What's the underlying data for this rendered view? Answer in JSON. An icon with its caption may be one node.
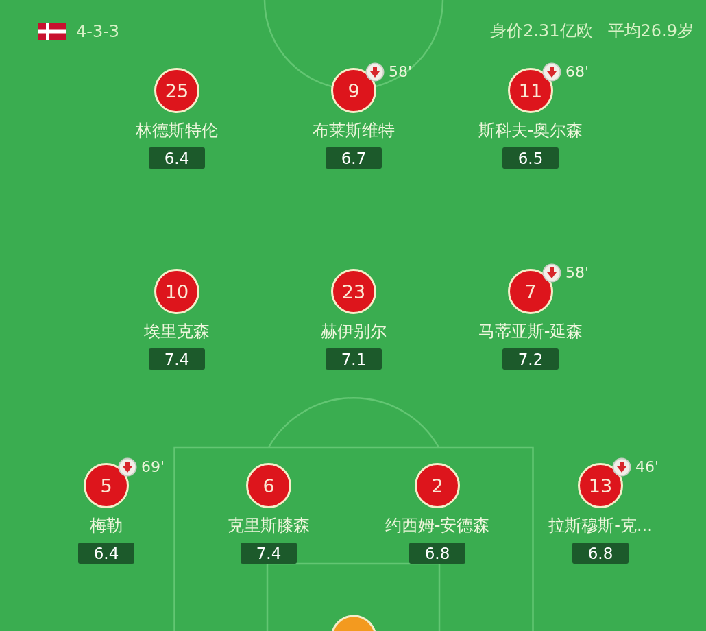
{
  "diagram": {
    "nodes": [
      {
        "text": [
          "25"
        ],
        "beside": [
          "林德斯特伦"
        ]
      },
      {
        "text": [
          "6.4"
        ]
      },
      {
        "text": [
          "9"
        ],
        "beside": [
          "58'",
          "布莱斯维特"
        ]
      },
      {
        "text": [
          "6.7"
        ]
      },
      {
        "text": [
          "11"
        ],
        "beside": [
          "68'",
          "斯科夫-奥尔森"
        ]
      },
      {
        "text": [
          "6.5"
        ]
      },
      {
        "text": [
          "10"
        ],
        "beside": [
          "埃里克森"
        ]
      },
      {
        "text": [
          "7.4"
        ]
      },
      {
        "text": [
          "23"
        ],
        "beside": [
          "赫伊别尔"
        ]
      },
      {
        "text": [
          "7.1"
        ]
      },
      {
        "text": [
          "7"
        ],
        "beside": [
          "58'",
          "马蒂亚斯-延森"
        ]
      },
      {
        "text": [
          "7.2"
        ]
      },
      {
        "text": [
          "5"
        ],
        "beside": [
          "69'",
          "梅勒"
        ]
      },
      {
        "text": [
          "6.4"
        ]
      },
      {
        "text": [
          "6"
        ],
        "beside": [
          "克里斯膝森"
        ]
      },
      {
        "text": [
          "7.4"
        ]
      },
      {
        "text": [
          "2"
        ],
        "beside": [
          "约西姆-安德森"
        ]
      },
      {
        "text": [
          "6.8"
        ]
      },
      {
        "text": [
          "13"
        ],
        "beside": [
          "46'",
          "拉斯穆斯-克..."
        ]
      },
      {
        "text": [
          "6.8"
        ]
      },
      {
        "text": [],
        "shape": "circle"
      }
    ],
    "labels": [
      "4-3-3",
      "身价2.31亿欧",
      "平均26.9岁"
    ]
  }
}
